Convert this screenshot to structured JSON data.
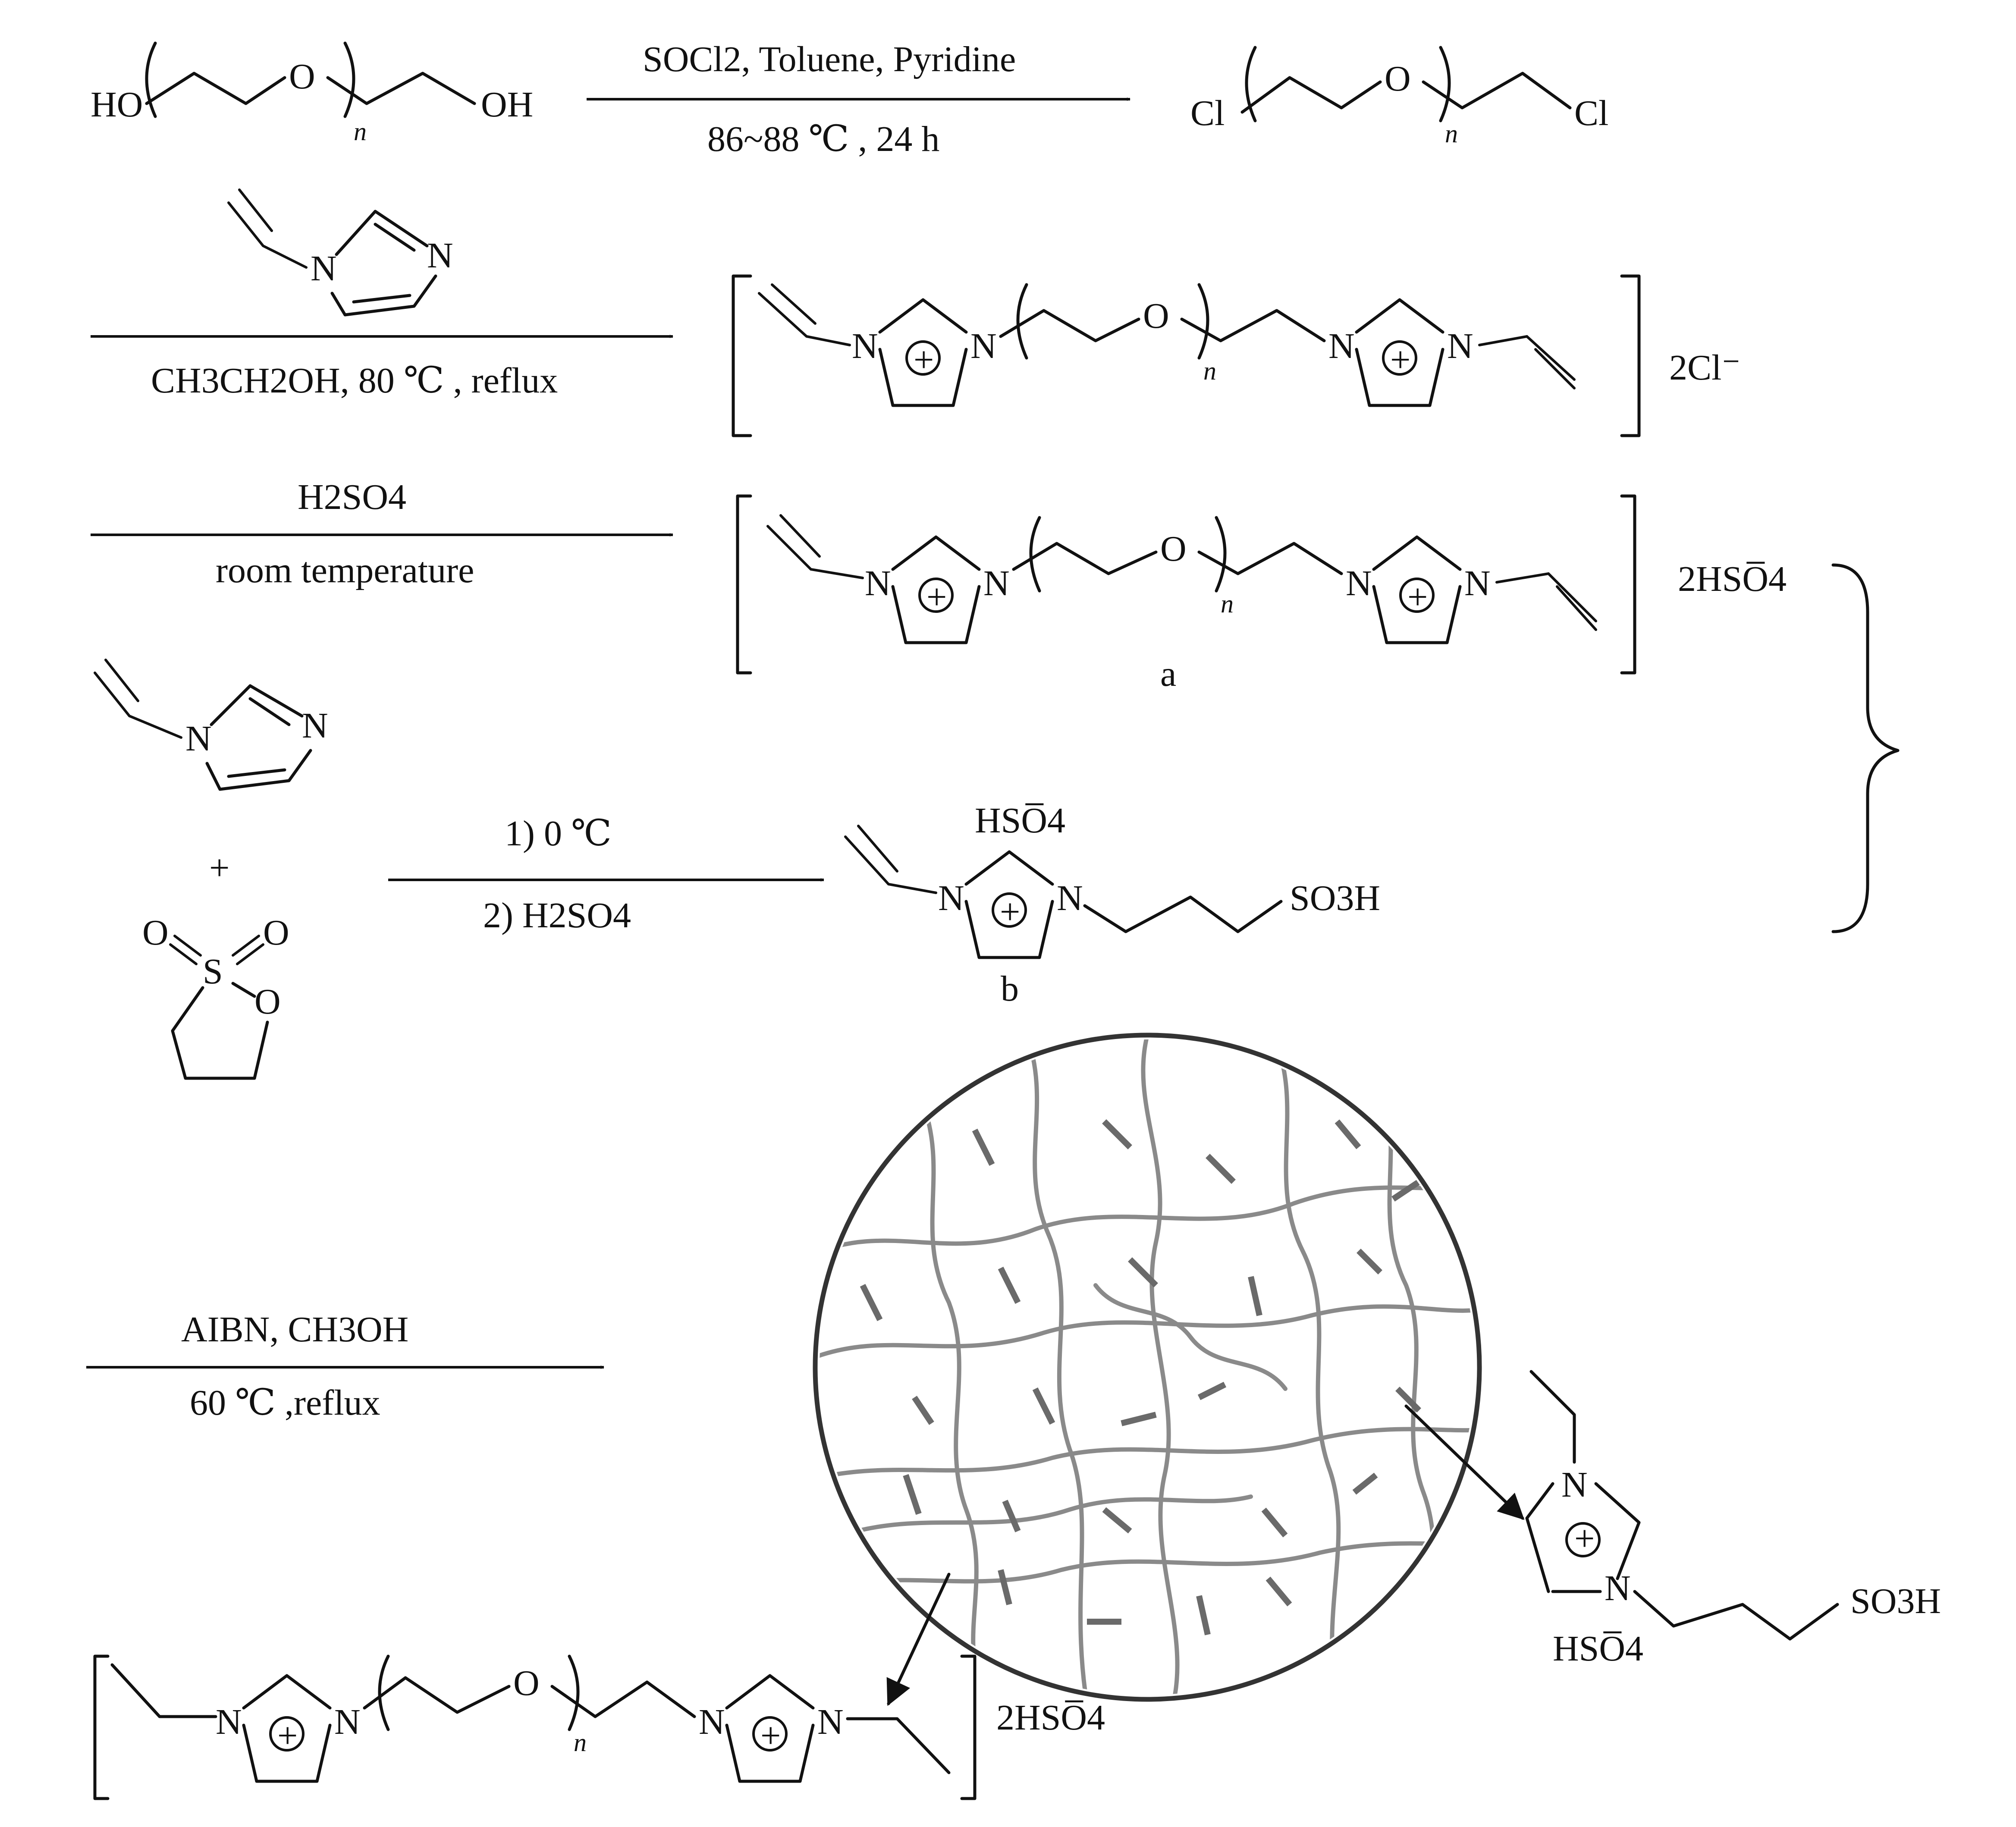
{
  "conditions": {
    "step1_reagents": "SOCl2, Toluene, Pyridine",
    "step1_temp": "86~88 ℃ , 24 h",
    "step2_solvent": "CH3CH2OH, 80 ℃ , reflux",
    "step3_reagent": "H2SO4",
    "step3_cond": "room temperature",
    "step4_first": "1) 0 ℃",
    "step4_second": "2) H2SO4",
    "step5_reagent": "AIBN, CH3OH",
    "step5_cond": "60 ℃ ,reflux"
  },
  "atoms": {
    "ho": "HO",
    "oh": "OH",
    "cl": "Cl",
    "o": "O",
    "n": "N",
    "s": "S",
    "repeat": "n",
    "plus": "+",
    "so3h": "SO3H"
  },
  "counterions": {
    "two_chloride": "2Cl⁻",
    "two_bisulfate": "2HSO̅4",
    "bisulfate": "HSO̅4"
  },
  "labels": {
    "product_a": "a",
    "product_b": "b"
  }
}
